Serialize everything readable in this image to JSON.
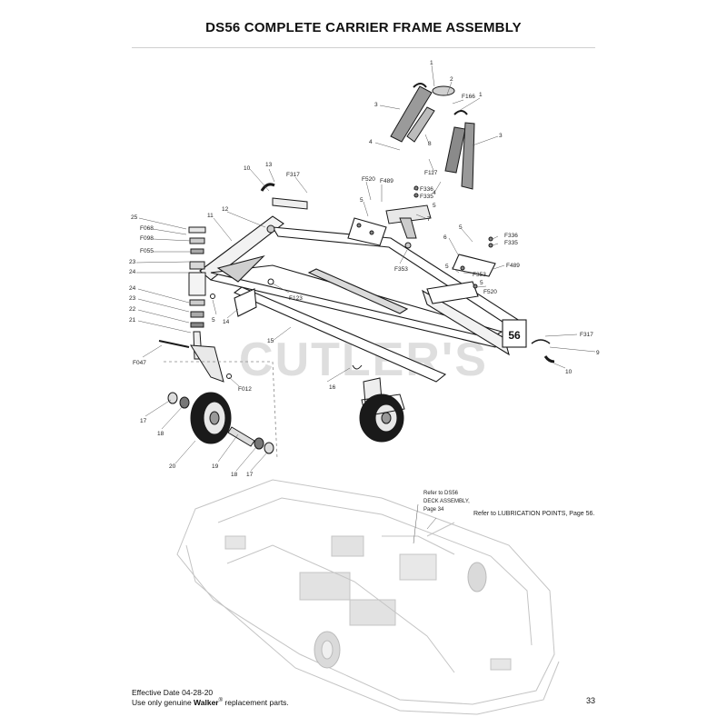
{
  "title": "DS56 COMPLETE CARRIER FRAME ASSEMBLY",
  "watermark": "CUTLER'S",
  "frame_badge": "56",
  "notes": {
    "deck_ref_1": "Refer to DS56",
    "deck_ref_2": "DECK ASSEMBLY,",
    "deck_ref_3": "Page 34",
    "lubrication": "Refer to LUBRICATION POINTS, Page 56."
  },
  "footer": {
    "effective_date": "Effective Date 04-28-20",
    "replacement_prefix": "Use only genuine ",
    "brand": "Walker",
    "registered": "®",
    "replacement_suffix": " replacement parts.",
    "page_number": "33"
  },
  "callouts": [
    {
      "id": "c1a",
      "label": "1"
    },
    {
      "id": "c2",
      "label": "2"
    },
    {
      "id": "cF166",
      "label": "F166"
    },
    {
      "id": "c1b",
      "label": "1"
    },
    {
      "id": "c3a",
      "label": "3"
    },
    {
      "id": "c3b",
      "label": "3"
    },
    {
      "id": "c8",
      "label": "8"
    },
    {
      "id": "c4a",
      "label": "4"
    },
    {
      "id": "cF117",
      "label": "F117"
    },
    {
      "id": "c4b",
      "label": "4"
    },
    {
      "id": "c10a",
      "label": "10"
    },
    {
      "id": "c13",
      "label": "13"
    },
    {
      "id": "cF317a",
      "label": "F317"
    },
    {
      "id": "cF520a",
      "label": "F520"
    },
    {
      "id": "cF489a",
      "label": "F489"
    },
    {
      "id": "cF336a",
      "label": "F336"
    },
    {
      "id": "cF335a",
      "label": "F335"
    },
    {
      "id": "c5a",
      "label": "5"
    },
    {
      "id": "c5b",
      "label": "5"
    },
    {
      "id": "c7",
      "label": "7"
    },
    {
      "id": "c12",
      "label": "12"
    },
    {
      "id": "c11",
      "label": "11"
    },
    {
      "id": "c25",
      "label": "25"
    },
    {
      "id": "cF068",
      "label": "F068"
    },
    {
      "id": "cF098",
      "label": "F098"
    },
    {
      "id": "cF055",
      "label": "F055"
    },
    {
      "id": "c23a",
      "label": "23"
    },
    {
      "id": "c24a",
      "label": "24"
    },
    {
      "id": "c5c",
      "label": "5"
    },
    {
      "id": "cF336b",
      "label": "F336"
    },
    {
      "id": "cF335b",
      "label": "F335"
    },
    {
      "id": "c6",
      "label": "6"
    },
    {
      "id": "cF353",
      "label": "F353"
    },
    {
      "id": "c5d",
      "label": "5"
    },
    {
      "id": "cF489b",
      "label": "F489"
    },
    {
      "id": "cF353b",
      "label": "F353"
    },
    {
      "id": "c5e",
      "label": "5"
    },
    {
      "id": "cF520b",
      "label": "F520"
    },
    {
      "id": "c24b",
      "label": "24"
    },
    {
      "id": "c23b",
      "label": "23"
    },
    {
      "id": "c22",
      "label": "22"
    },
    {
      "id": "c21",
      "label": "21"
    },
    {
      "id": "c5f",
      "label": "5"
    },
    {
      "id": "c14",
      "label": "14"
    },
    {
      "id": "cF123",
      "label": "F123"
    },
    {
      "id": "c15",
      "label": "15"
    },
    {
      "id": "cF317b",
      "label": "F317"
    },
    {
      "id": "c9",
      "label": "9"
    },
    {
      "id": "c10b",
      "label": "10"
    },
    {
      "id": "cF047",
      "label": "F047"
    },
    {
      "id": "cF012",
      "label": "F012"
    },
    {
      "id": "c16",
      "label": "16"
    },
    {
      "id": "c17a",
      "label": "17"
    },
    {
      "id": "c18a",
      "label": "18"
    },
    {
      "id": "c20",
      "label": "20"
    },
    {
      "id": "c19",
      "label": "19"
    },
    {
      "id": "c18b",
      "label": "18"
    },
    {
      "id": "c17b",
      "label": "17"
    }
  ]
}
